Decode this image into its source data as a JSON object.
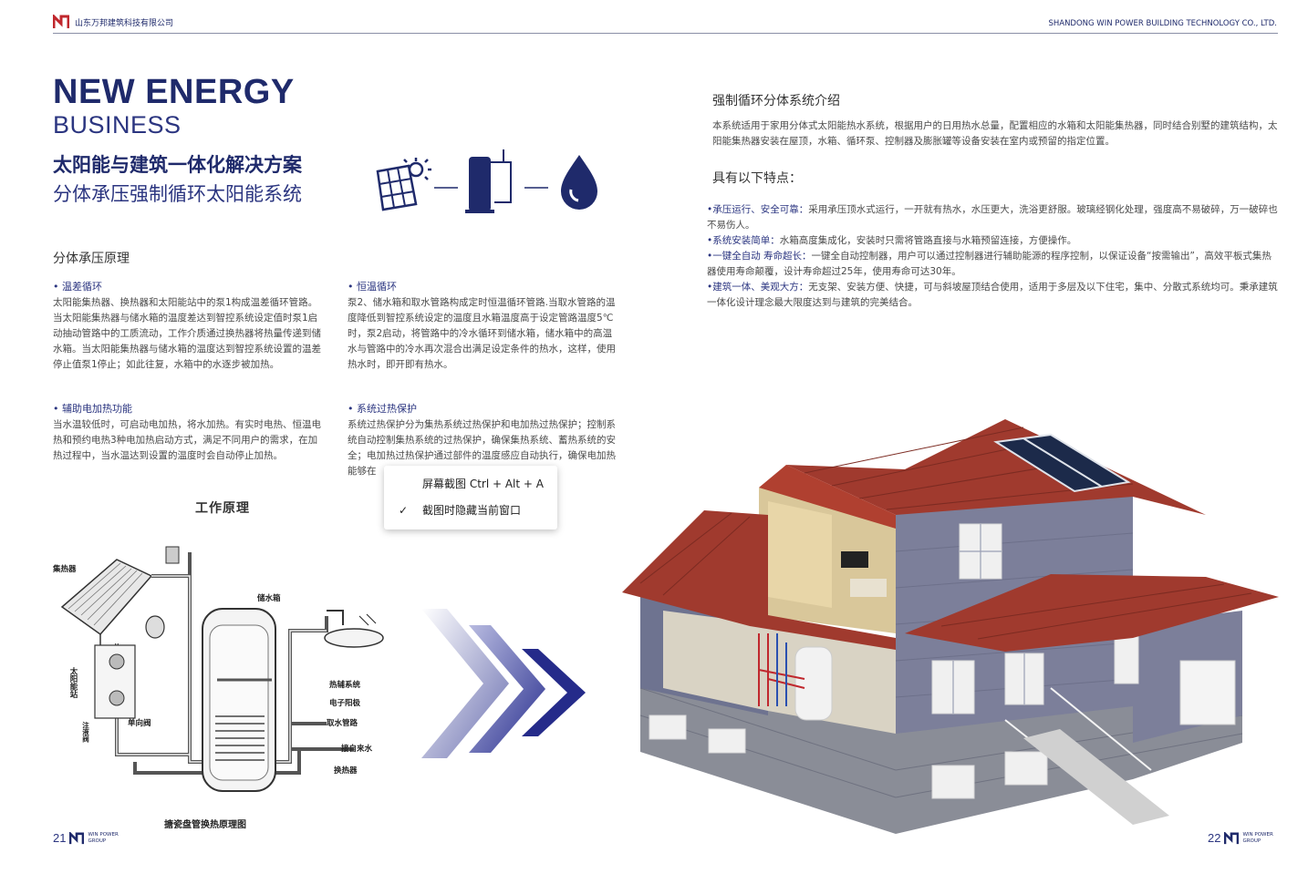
{
  "header": {
    "company_cn": "山东万邦建筑科技有限公司",
    "company_en": "SHANDONG WIN POWER BUILDING TECHNOLOGY CO., LTD."
  },
  "hero": {
    "title_line1": "NEW ENERGY",
    "title_line2": "BUSINESS",
    "subtitle1": "太阳能与建筑一体化解决方案",
    "subtitle2": "分体承压强制循环太阳能系统"
  },
  "left": {
    "section_title": "分体承压原理",
    "blocks": [
      {
        "heading": "温差循环",
        "body": "太阳能集热器、换热器和太阳能站中的泵1构成温差循环管路。当太阳能集热器与储水箱的温度差达到智控系统设定值时泵1启动抽动管路中的工质流动，工作介质通过换热器将热量传递到储水箱。当太阳能集热器与储水箱的温度达到智控系统设置的温差停止值泵1停止；如此往复，水箱中的水逐步被加热。"
      },
      {
        "heading": "恒温循环",
        "body": "泵2、储水箱和取水管路构成定时恒温循环管路.当取水管路的温度降低到智控系统设定的温度且水箱温度高于设定管路温度5℃时，泵2启动，将管路中的冷水循环到储水箱，储水箱中的高温水与管路中的冷水再次混合出满足设定条件的热水，这样，使用热水时，即开即有热水。"
      },
      {
        "heading": "辅助电加热功能",
        "body": "当水温较低时，可启动电加热，将水加热。有实时电热、恒温电热和预约电热3种电加热启动方式，满足不同用户的需求，在加热过程中，当水温达到设置的温度时会自动停止加热。"
      },
      {
        "heading": "系统过热保护",
        "body": "系统过热保护分为集热系统过热保护和电加热过热保护；控制系统自动控制集热系统的过热保护，确保集热系统、蓄热系统的安全；电加热过热保护通过部件的温度感应自动执行，确保电加热能够在"
      }
    ],
    "diagram": {
      "title": "工作原理",
      "caption": "搪瓷盘管换热原理图",
      "labels": {
        "collector": "集热器",
        "tank": "储水箱",
        "station": "太阳能站",
        "heat_system": "热辅系统",
        "anode": "电子阳极",
        "outlet": "取水管路",
        "tap_water": "接自来水",
        "exchanger": "换热器",
        "check_valve": "单向阀",
        "fill_valve": "注液阀"
      }
    },
    "page_num": "21",
    "brand_mini": "WIN POWER GROUP"
  },
  "right": {
    "intro_title": "强制循环分体系统介绍",
    "intro_body": "本系统适用于家用分体式太阳能热水系统，根据用户的日用热水总量，配置相应的水箱和太阳能集热器，同时结合别墅的建筑结构，太阳能集热器安装在屋顶，水箱、循环泵、控制器及膨胀罐等设备安装在室内或预留的指定位置。",
    "features_title": "具有以下特点：",
    "features": [
      {
        "key": "承压运行、安全可靠：",
        "text": "采用承压顶水式运行，一开就有热水，水压更大，洗浴更舒服。玻璃经钢化处理，强度高不易破碎，万一破碎也不易伤人。"
      },
      {
        "key": "系统安装简单：",
        "text": "水箱高度集成化，安装时只需将管路直接与水箱预留连接，方便操作。"
      },
      {
        "key": "一键全自动  寿命超长：",
        "text": "一键全自动控制器，用户可以通过控制器进行辅助能源的程序控制，以保证设备“按需输出”，高效平板式集热器使用寿命颠覆，设计寿命超过25年，使用寿命可达30年。"
      },
      {
        "key": "建筑一体、美观大方：",
        "text": "无支架、安装方便、快捷，可与斜坡屋顶结合使用，适用于多层及以下住宅，集中、分散式系统均可。秉承建筑一体化设计理念最大限度达到与建筑的完美结合。"
      }
    ],
    "page_num": "22",
    "brand_mini": "WIN POWER GROUP"
  },
  "context_menu": {
    "item1": "屏幕截图 Ctrl + Alt + A",
    "item2": "截图时隐藏当前窗口",
    "item2_checked": true
  },
  "colors": {
    "navy": "#1f2a6b",
    "roof": "#a03a2e",
    "wall": "#6e7390"
  }
}
